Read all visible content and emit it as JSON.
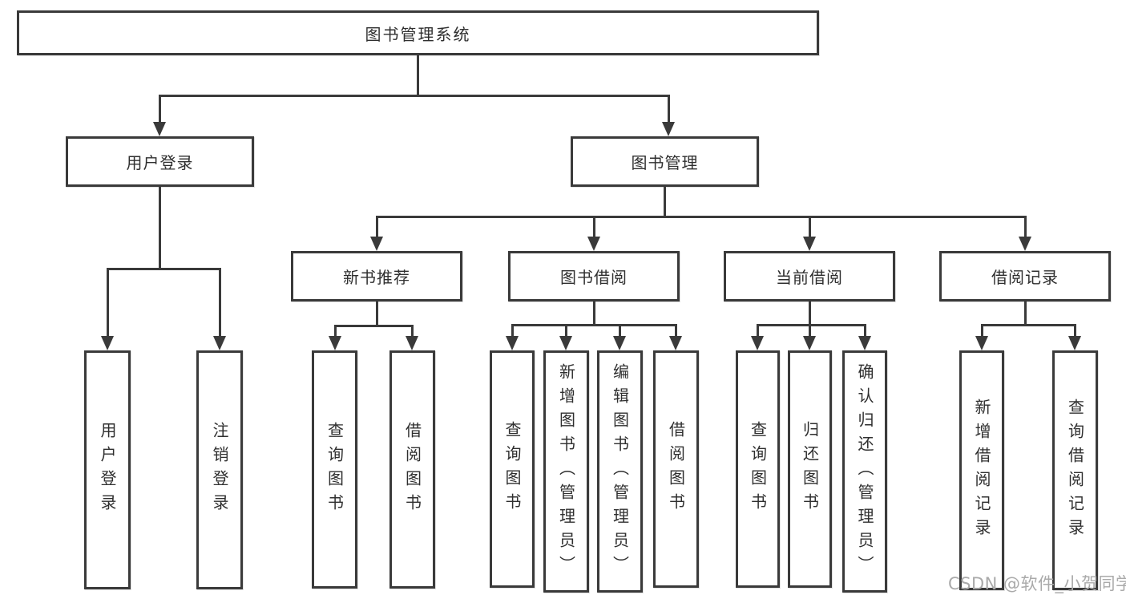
{
  "tree": {
    "root": "图书管理系统",
    "branches": [
      {
        "label": "用户登录",
        "children": [
          "用户登录",
          "注销登录"
        ]
      },
      {
        "label": "图书管理",
        "sections": [
          {
            "label": "新书推荐",
            "children": [
              "查询图书",
              "借阅图书"
            ]
          },
          {
            "label": "图书借阅",
            "children": [
              "查询图书",
              "新增图书（管理员）",
              "编辑图书（管理员）",
              "借阅图书"
            ]
          },
          {
            "label": "当前借阅",
            "children": [
              "查询图书",
              "归还图书",
              "确认归还（管理员）"
            ]
          },
          {
            "label": "借阅记录",
            "children": [
              "新增借阅记录",
              "查询借阅记录"
            ]
          }
        ]
      }
    ]
  },
  "watermark": "CSDN @软件_小贺同学",
  "colors": {
    "line": "#3a3a3a",
    "text": "#2f2f2f",
    "watermark": "#aaaaaa",
    "background": "#ffffff"
  }
}
